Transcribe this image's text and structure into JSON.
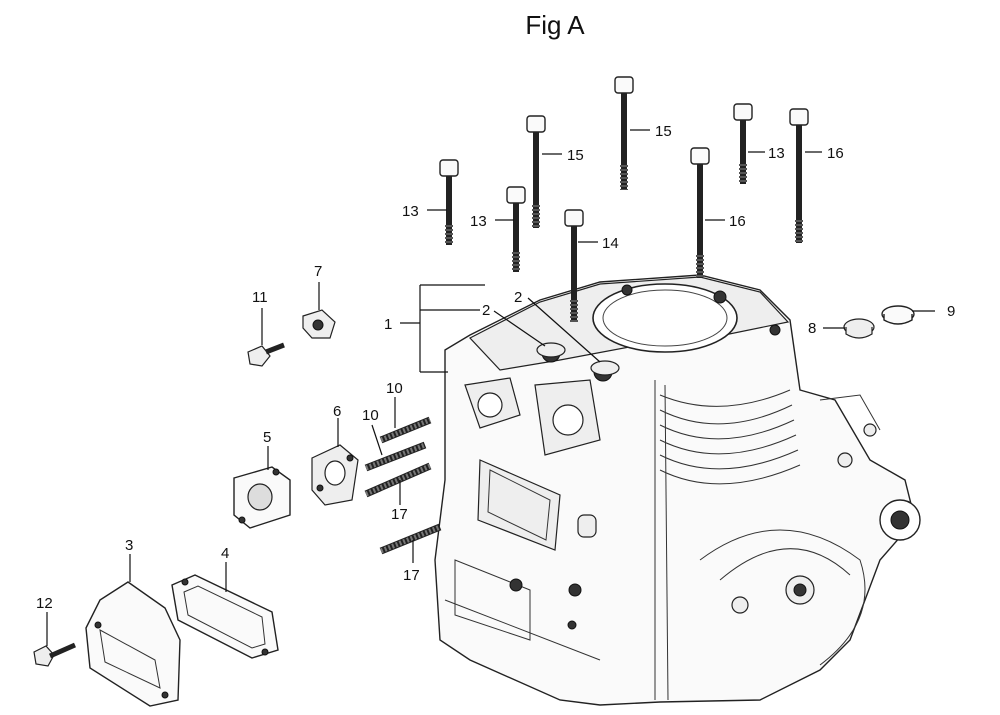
{
  "title": "Fig A",
  "callouts": {
    "c1": "1",
    "c2a": "2",
    "c2b": "2",
    "c3": "3",
    "c4": "4",
    "c5": "5",
    "c6": "6",
    "c7": "7",
    "c8": "8",
    "c9": "9",
    "c10a": "10",
    "c10b": "10",
    "c11": "11",
    "c12": "12",
    "c13a": "13",
    "c13b": "13",
    "c13c": "13",
    "c14": "14",
    "c15a": "15",
    "c15b": "15",
    "c16a": "16",
    "c16b": "16",
    "c17a": "17",
    "c17b": "17"
  }
}
